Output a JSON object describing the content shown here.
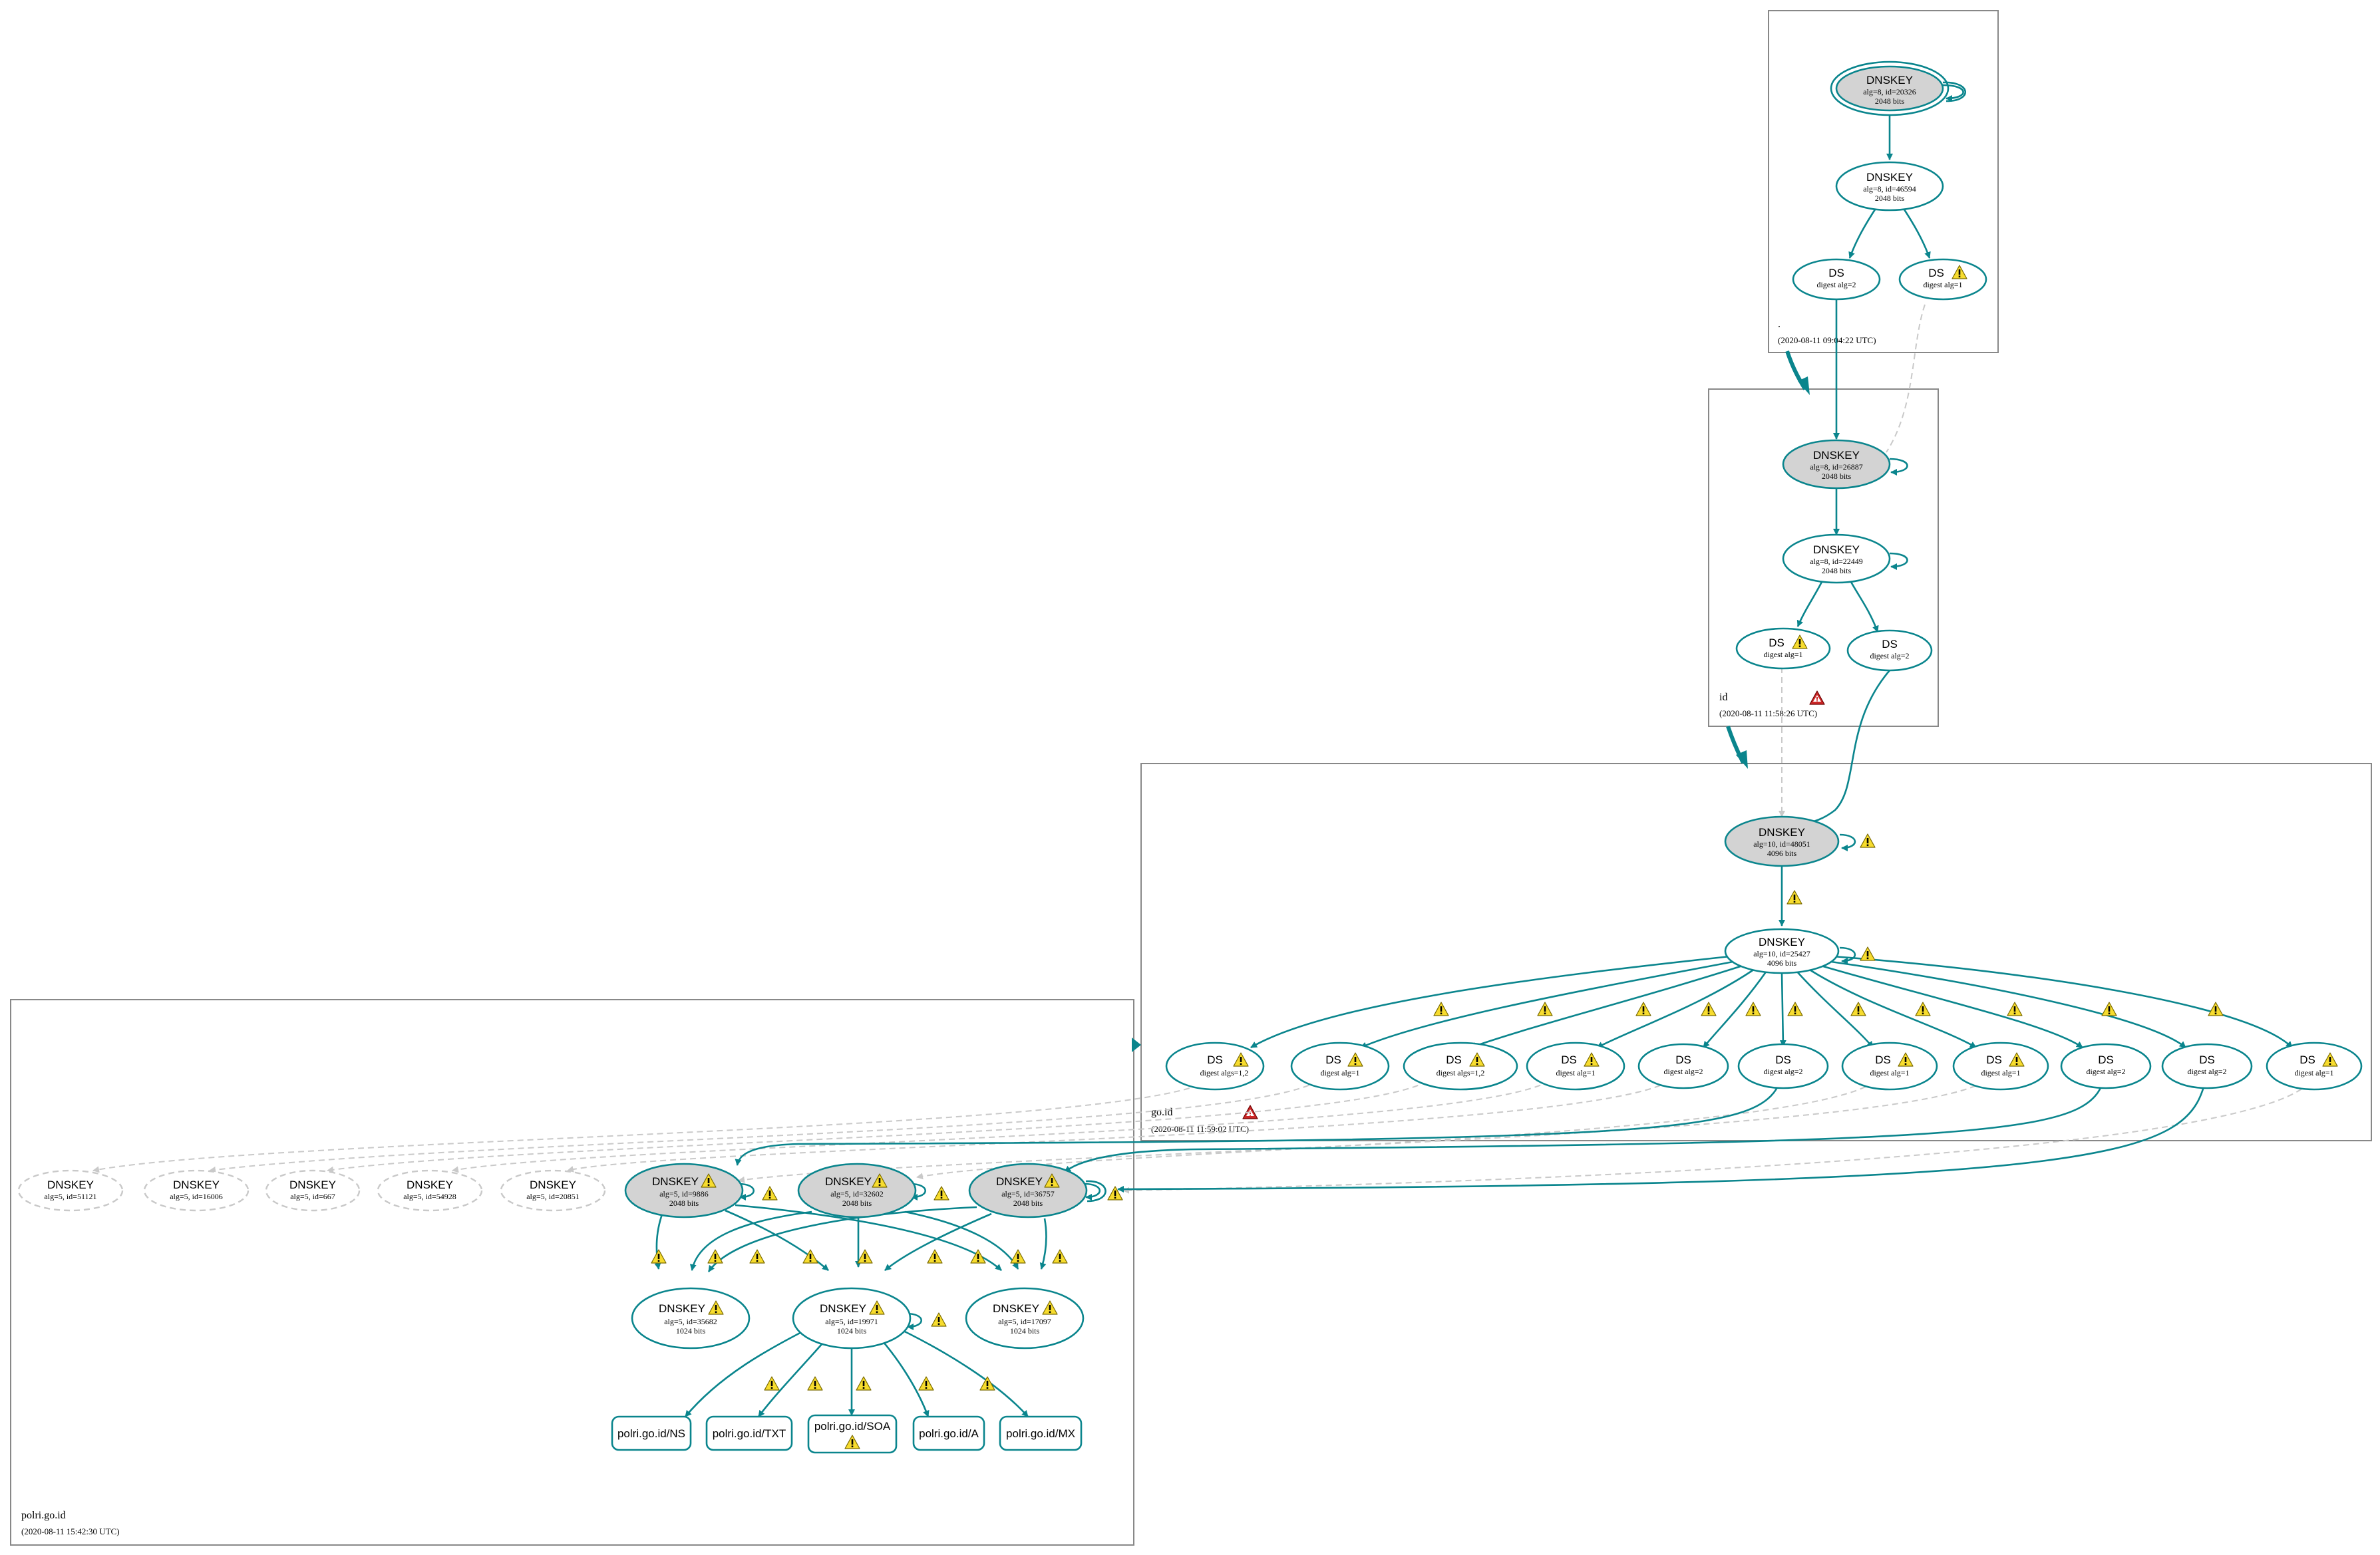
{
  "colors": {
    "edge": "#0a858d",
    "node_fill_ksk": "#d3d3d3",
    "node_fill": "#ffffff",
    "dashed": "#c9c9c9",
    "zone_border": "#888888",
    "warn_fill": "#f7dc2e",
    "error_fill": "#cc2727"
  },
  "zones": [
    {
      "id": "root",
      "label": ".",
      "timestamp": "(2020-08-11 09:04:22 UTC)"
    },
    {
      "id": "id",
      "label": "id",
      "timestamp": "(2020-08-11 11:58:26 UTC)"
    },
    {
      "id": "goid",
      "label": "go.id",
      "timestamp": "(2020-08-11 11:59:02 UTC)"
    },
    {
      "id": "polri",
      "label": "polri.go.id",
      "timestamp": "(2020-08-11 15:42:30 UTC)"
    }
  ],
  "nodes": {
    "r_k1": {
      "title": "DNSKEY",
      "l1": "alg=8, id=20326",
      "l2": "2048 bits"
    },
    "r_k2": {
      "title": "DNSKEY",
      "l1": "alg=8, id=46594",
      "l2": "2048 bits"
    },
    "r_ds1": {
      "title": "DS",
      "l1": "digest alg=2"
    },
    "r_ds2": {
      "title": "DS",
      "l1": "digest alg=1"
    },
    "i_k1": {
      "title": "DNSKEY",
      "l1": "alg=8, id=26887",
      "l2": "2048 bits"
    },
    "i_k2": {
      "title": "DNSKEY",
      "l1": "alg=8, id=22449",
      "l2": "2048 bits"
    },
    "i_ds1": {
      "title": "DS",
      "l1": "digest alg=1"
    },
    "i_ds2": {
      "title": "DS",
      "l1": "digest alg=2"
    },
    "g_k1": {
      "title": "DNSKEY",
      "l1": "alg=10, id=48051",
      "l2": "4096 bits"
    },
    "g_k2": {
      "title": "DNSKEY",
      "l1": "alg=10, id=25427",
      "l2": "4096 bits"
    },
    "g_ds1": {
      "title": "DS",
      "l1": "digest algs=1,2"
    },
    "g_ds2": {
      "title": "DS",
      "l1": "digest alg=1"
    },
    "g_ds3": {
      "title": "DS",
      "l1": "digest algs=1,2"
    },
    "g_ds4": {
      "title": "DS",
      "l1": "digest alg=1"
    },
    "g_ds5": {
      "title": "DS",
      "l1": "digest alg=2"
    },
    "g_ds6": {
      "title": "DS",
      "l1": "digest alg=2"
    },
    "g_ds7": {
      "title": "DS",
      "l1": "digest alg=1"
    },
    "g_ds8": {
      "title": "DS",
      "l1": "digest alg=1"
    },
    "g_ds9": {
      "title": "DS",
      "l1": "digest alg=2"
    },
    "g_ds10": {
      "title": "DS",
      "l1": "digest alg=2"
    },
    "g_ds11": {
      "title": "DS",
      "l1": "digest alg=1"
    },
    "p_m1": {
      "title": "DNSKEY",
      "l1": "alg=5, id=51121"
    },
    "p_m2": {
      "title": "DNSKEY",
      "l1": "alg=5, id=16006"
    },
    "p_m3": {
      "title": "DNSKEY",
      "l1": "alg=5, id=667"
    },
    "p_m4": {
      "title": "DNSKEY",
      "l1": "alg=5, id=54928"
    },
    "p_m5": {
      "title": "DNSKEY",
      "l1": "alg=5, id=20851"
    },
    "p_k1": {
      "title": "DNSKEY",
      "l1": "alg=5, id=9886",
      "l2": "2048 bits"
    },
    "p_k2": {
      "title": "DNSKEY",
      "l1": "alg=5, id=32602",
      "l2": "2048 bits"
    },
    "p_k3": {
      "title": "DNSKEY",
      "l1": "alg=5, id=36757",
      "l2": "2048 bits"
    },
    "p_z1": {
      "title": "DNSKEY",
      "l1": "alg=5, id=35682",
      "l2": "1024 bits"
    },
    "p_z2": {
      "title": "DNSKEY",
      "l1": "alg=5, id=19971",
      "l2": "1024 bits"
    },
    "p_z3": {
      "title": "DNSKEY",
      "l1": "alg=5, id=17097",
      "l2": "1024 bits"
    },
    "p_r1": {
      "title": "polri.go.id/NS"
    },
    "p_r2": {
      "title": "polri.go.id/TXT"
    },
    "p_r3": {
      "title": "polri.go.id/SOA"
    },
    "p_r4": {
      "title": "polri.go.id/A"
    },
    "p_r5": {
      "title": "polri.go.id/MX"
    }
  }
}
